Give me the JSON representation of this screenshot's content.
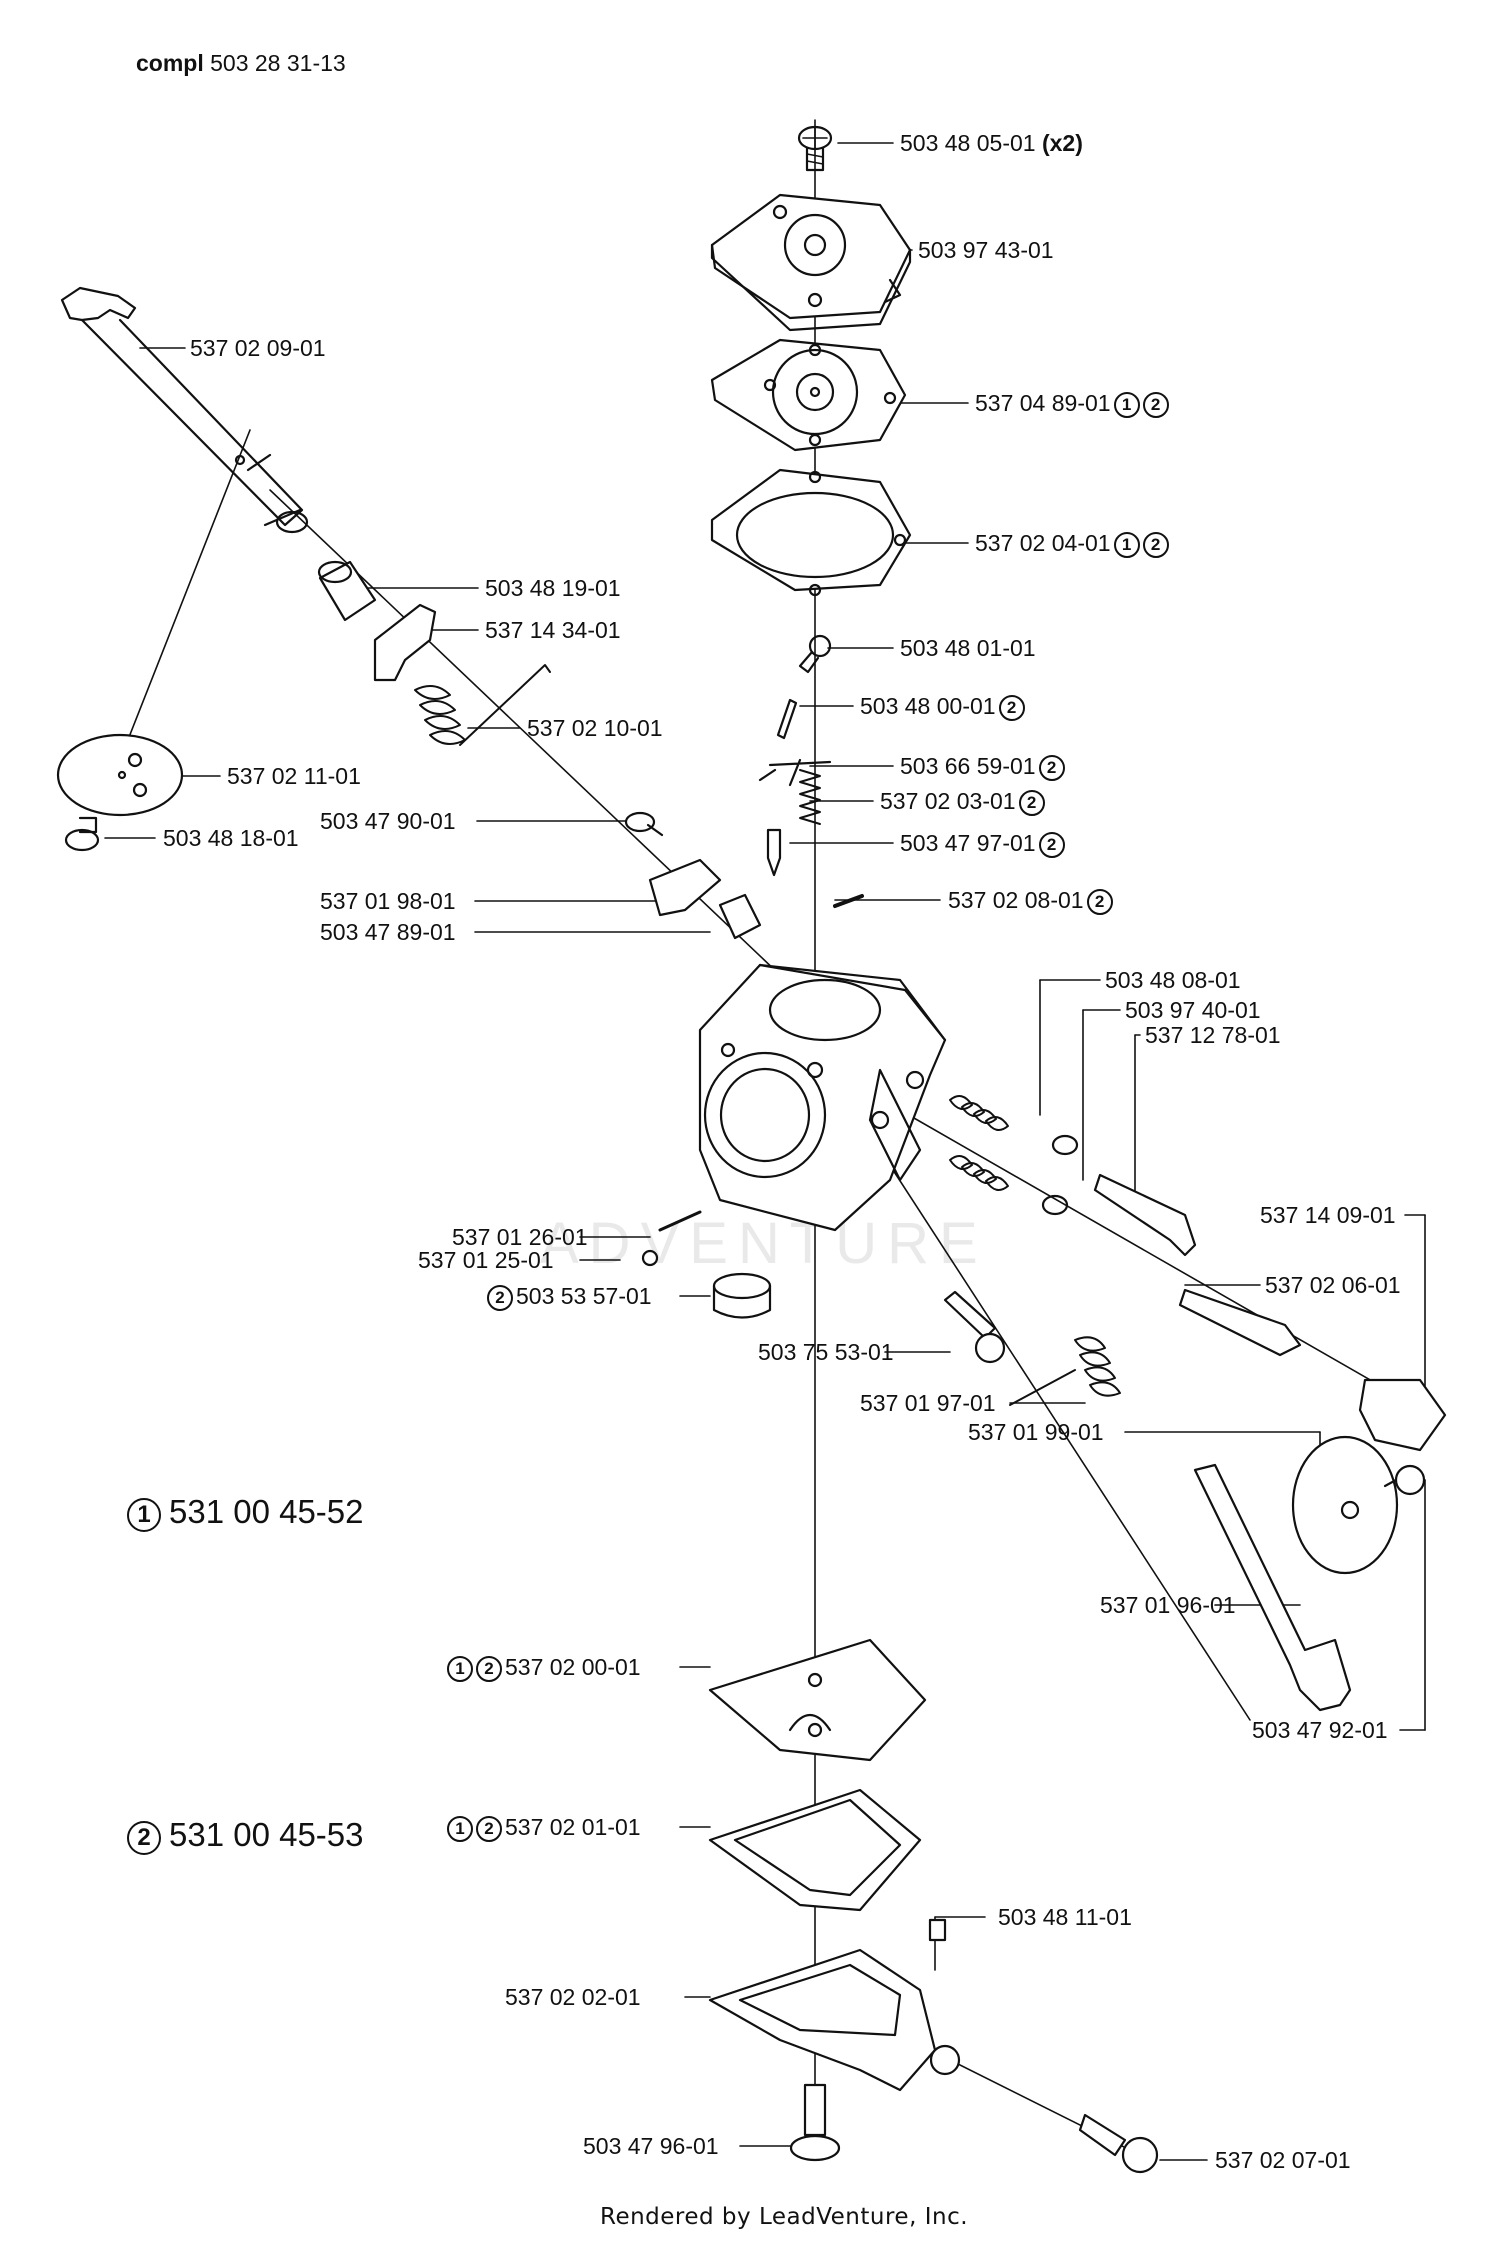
{
  "title": {
    "bold": "compl",
    "number": "503 28 31-13"
  },
  "watermark": "ADVENTURE",
  "footer": "Rendered by LeadVenture, Inc.",
  "legend": [
    {
      "marker": "1",
      "number": "531 00 45-52"
    },
    {
      "marker": "2",
      "number": "531 00 45-53"
    }
  ],
  "parts": [
    {
      "number": "503 48 05-01",
      "note": "(x2)",
      "refs": []
    },
    {
      "number": "503 97 43-01",
      "refs": []
    },
    {
      "number": "537 02 09-01",
      "refs": []
    },
    {
      "number": "537 04 89-01",
      "refs": [
        "1",
        "2"
      ]
    },
    {
      "number": "537 02 04-01",
      "refs": [
        "1",
        "2"
      ]
    },
    {
      "number": "503 48 19-01",
      "refs": []
    },
    {
      "number": "537 14 34-01",
      "refs": []
    },
    {
      "number": "503 48 01-01",
      "refs": []
    },
    {
      "number": "503 48 00-01",
      "refs": [
        "2"
      ]
    },
    {
      "number": "537 02 10-01",
      "refs": []
    },
    {
      "number": "503 66 59-01",
      "refs": [
        "2"
      ]
    },
    {
      "number": "537 02 11-01",
      "refs": []
    },
    {
      "number": "537 02 03-01",
      "refs": [
        "2"
      ]
    },
    {
      "number": "503 47 90-01",
      "refs": []
    },
    {
      "number": "503 48 18-01",
      "refs": []
    },
    {
      "number": "503 47 97-01",
      "refs": [
        "2"
      ]
    },
    {
      "number": "537 01 98-01",
      "refs": []
    },
    {
      "number": "537 02 08-01",
      "refs": [
        "2"
      ]
    },
    {
      "number": "503 47 89-01",
      "refs": []
    },
    {
      "number": "503 48 08-01",
      "refs": []
    },
    {
      "number": "503 97 40-01",
      "refs": []
    },
    {
      "number": "537 12 78-01",
      "refs": []
    },
    {
      "number": "537 14 09-01",
      "refs": []
    },
    {
      "number": "537 01 26-01",
      "refs": []
    },
    {
      "number": "537 01 25-01",
      "refs": []
    },
    {
      "number": "537 02 06-01",
      "refs": []
    },
    {
      "number": "503 53 57-01",
      "refs_before": [
        "2"
      ]
    },
    {
      "number": "503 75 53-01",
      "refs": []
    },
    {
      "number": "537 01 97-01",
      "refs": []
    },
    {
      "number": "537 01 99-01",
      "refs": []
    },
    {
      "number": "537 01 96-01",
      "refs": []
    },
    {
      "number": "537 02 00-01",
      "refs_before": [
        "1",
        "2"
      ]
    },
    {
      "number": "503 47 92-01",
      "refs": []
    },
    {
      "number": "537 02 01-01",
      "refs_before": [
        "1",
        "2"
      ]
    },
    {
      "number": "503 48 11-01",
      "refs": []
    },
    {
      "number": "537 02 02-01",
      "refs": []
    },
    {
      "number": "503 47 96-01",
      "refs": []
    },
    {
      "number": "537 02 07-01",
      "refs": []
    }
  ]
}
